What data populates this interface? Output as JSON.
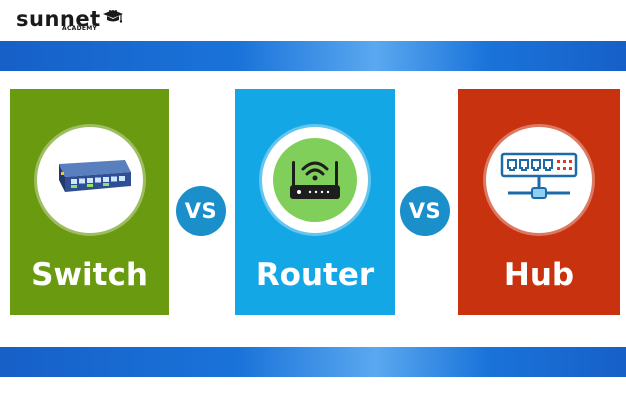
{
  "brand": {
    "name": "sunnet",
    "subtitle": "ACADEMY",
    "cap_icon": "graduation-cap-icon"
  },
  "cards": [
    {
      "id": "switch",
      "label": "Switch",
      "icon": "network-switch-icon",
      "color": "#6a9a10"
    },
    {
      "id": "router",
      "label": "Router",
      "icon": "wifi-router-icon",
      "color": "#13a7e6"
    },
    {
      "id": "hub",
      "label": "Hub",
      "icon": "network-hub-icon",
      "color": "#c8320f"
    }
  ],
  "versus": [
    "VS",
    "VS"
  ],
  "colors": {
    "band_blue": "#1a73d9",
    "vs_circle": "#1b8fc9"
  }
}
